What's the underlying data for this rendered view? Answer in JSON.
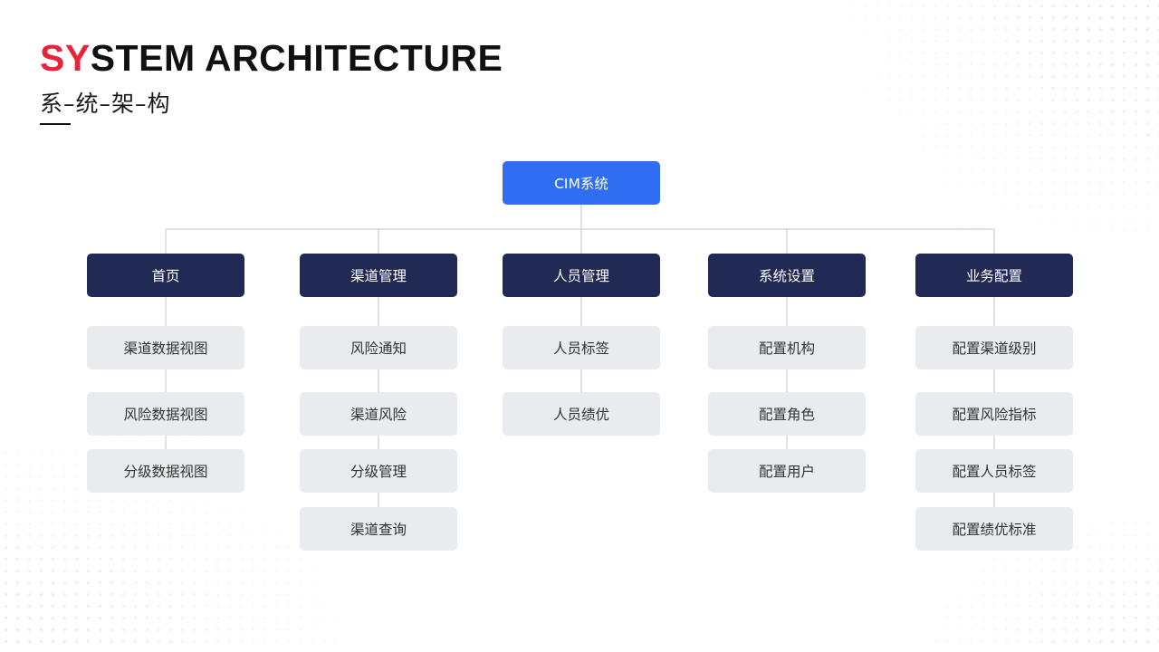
{
  "header": {
    "title_accent": "SY",
    "title_rest": "STEM ARCHITECTURE",
    "subtitle": "系–统–架–构"
  },
  "root": {
    "label": "CIM系统"
  },
  "categories": [
    {
      "label": "首页",
      "items": [
        "渠道数据视图",
        "风险数据视图",
        "分级数据视图"
      ]
    },
    {
      "label": "渠道管理",
      "items": [
        "风险通知",
        "渠道风险",
        "分级管理",
        "渠道查询"
      ]
    },
    {
      "label": "人员管理",
      "items": [
        "人员标签",
        "人员绩优"
      ]
    },
    {
      "label": "系统设置",
      "items": [
        "配置机构",
        "配置角色",
        "配置用户"
      ]
    },
    {
      "label": "业务配置",
      "items": [
        "配置渠道级别",
        "配置风险指标",
        "配置人员标签",
        "配置绩优标准"
      ]
    }
  ],
  "colors": {
    "accent": "#e8243a",
    "root": "#2f6ef2",
    "category": "#202a55",
    "item": "#e9ebee",
    "connector": "#d4d8df"
  }
}
